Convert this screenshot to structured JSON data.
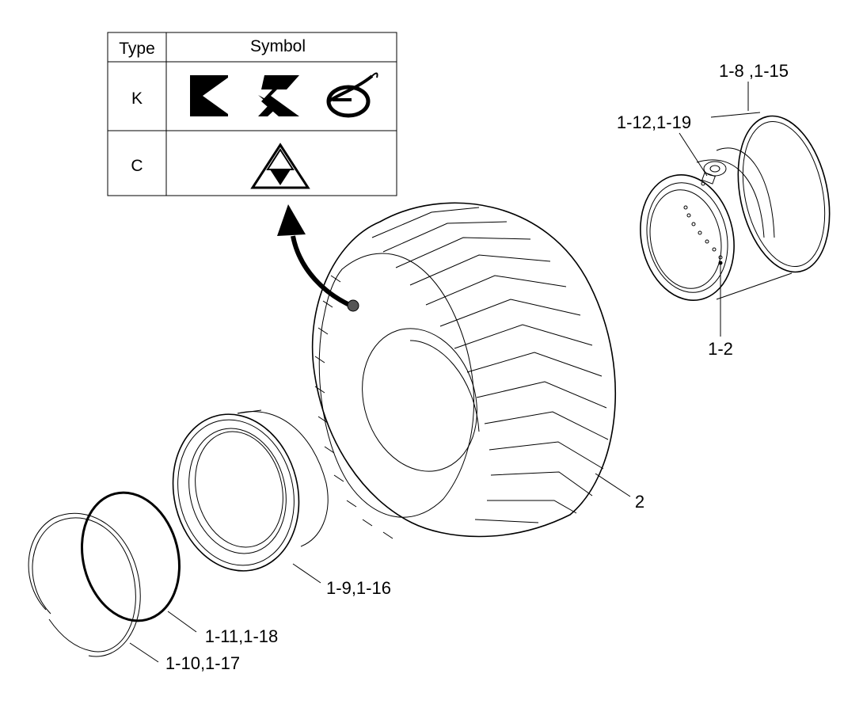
{
  "table": {
    "header_type": "Type",
    "header_symbol": "Symbol",
    "rows": [
      {
        "type": "K",
        "symbols": [
          "k-logo-icon",
          "r-logo-icon",
          "swoosh-logo-icon"
        ]
      },
      {
        "type": "C",
        "symbols": [
          "triforce-icon"
        ]
      }
    ]
  },
  "labels": {
    "rim_flange": "1-8 ,1-15",
    "valve": "1-12,1-19",
    "rim": "1-2",
    "tire": "2",
    "side_ring": "1-9,1-16",
    "o_ring": "1-11,1-18",
    "lock_ring": "1-10,1-17"
  },
  "icons": {
    "pointer_arrow": "curved-arrow-icon",
    "tire_mark": "symbol-location-dot-icon"
  }
}
